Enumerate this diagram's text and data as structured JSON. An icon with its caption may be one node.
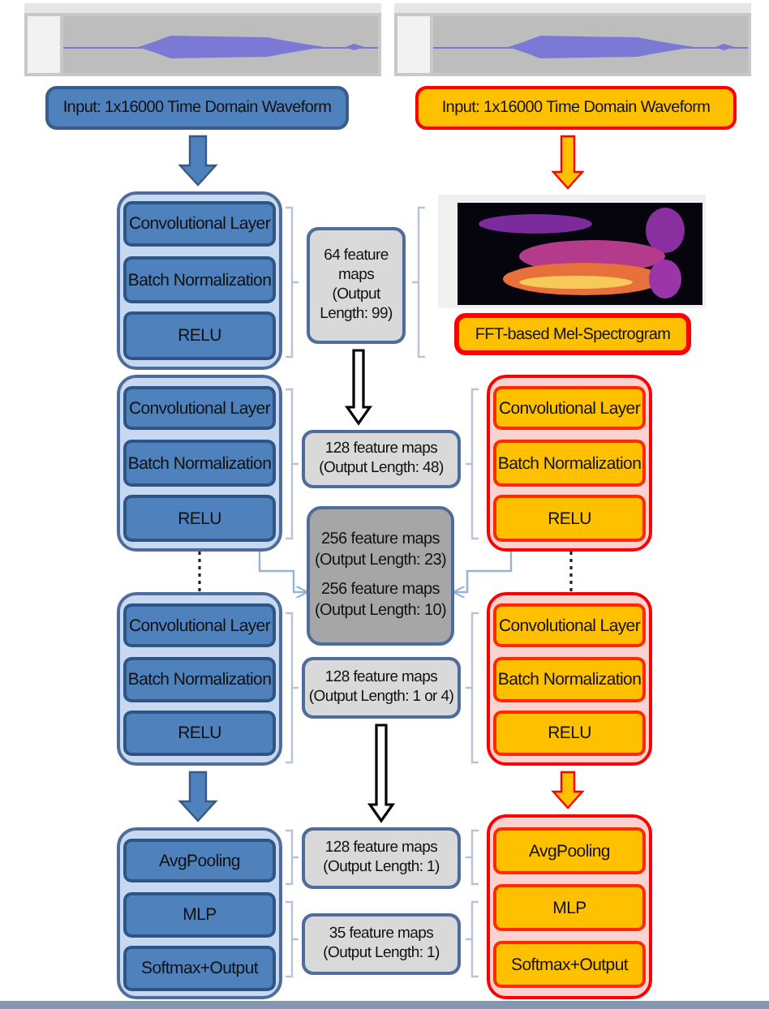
{
  "diagram": {
    "nodes": [
      {
        "text": [],
        "shape": "picture"
      },
      {
        "text": [],
        "shape": "picture"
      },
      {
        "text": [
          "Input: 1x16000 Time Domain Waveform"
        ]
      },
      {
        "text": [
          "Input: 1x16000 Time Domain Waveform"
        ]
      },
      {
        "text": [],
        "shape": "box"
      },
      {
        "text": [
          "Convolutional Layer"
        ],
        "in": 4
      },
      {
        "text": [
          "Batch Normalization"
        ],
        "in": 4
      },
      {
        "text": [
          "RELU"
        ],
        "in": 4
      },
      {
        "text": [
          "64 feature maps (Output Length: 99)"
        ]
      },
      {
        "text": [],
        "shape": "picture"
      },
      {
        "text": [
          "FFT-based Mel-Spectrogram"
        ]
      },
      {
        "text": [],
        "shape": "box"
      },
      {
        "text": [
          "Convolutional Layer"
        ],
        "in": 11
      },
      {
        "text": [
          "Batch Normalization"
        ],
        "in": 11
      },
      {
        "text": [
          "RELU"
        ],
        "in": 11
      },
      {
        "text": [
          "128 feature maps (Output Length: 48)"
        ]
      },
      {
        "text": [],
        "shape": "box"
      },
      {
        "text": [
          "Convolutional Layer"
        ],
        "in": 16
      },
      {
        "text": [
          "Batch Normalization"
        ],
        "in": 16
      },
      {
        "text": [
          "RELU"
        ],
        "in": 16
      },
      {
        "text": [
          "256 feature maps (Output Length: 23)",
          "256 feature maps (Output Length: 10)"
        ]
      },
      {
        "text": [],
        "shape": "box"
      },
      {
        "text": [
          "Convolutional Layer"
        ],
        "in": 21
      },
      {
        "text": [
          "Batch Normalization"
        ],
        "in": 21
      },
      {
        "text": [
          "RELU"
        ],
        "in": 21
      },
      {
        "text": [
          "128 feature maps (Output Length: 1 or 4)"
        ]
      },
      {
        "text": [],
        "shape": "box"
      },
      {
        "text": [
          "Convolutional Layer"
        ],
        "in": 26
      },
      {
        "text": [
          "Batch Normalization"
        ],
        "in": 26
      },
      {
        "text": [
          "RELU"
        ],
        "in": 26
      },
      {
        "text": [],
        "shape": "box"
      },
      {
        "text": [
          "AvgPooling"
        ],
        "in": 30
      },
      {
        "text": [
          "MLP"
        ],
        "in": 30
      },
      {
        "text": [
          "Softmax+Output"
        ],
        "in": 30
      },
      {
        "text": [
          "128 feature maps (Output Length: 1)"
        ]
      },
      {
        "text": [
          "35 feature maps (Output Length: 1)"
        ]
      },
      {
        "text": [],
        "shape": "box"
      },
      {
        "text": [
          "AvgPooling"
        ],
        "in": 36
      },
      {
        "text": [
          "MLP"
        ],
        "in": 36
      },
      {
        "text": [
          "Softmax+Output"
        ],
        "in": 36
      }
    ],
    "edges": [
      {
        "from": 2,
        "to": 4,
        "arrow": "to",
        "style": "thick",
        "color": "#4f81bd"
      },
      {
        "from": 3,
        "to": 9,
        "arrow": "to",
        "style": "thick",
        "color": "#ffc000"
      },
      {
        "from": 8,
        "to": 15,
        "arrow": "to",
        "style": "thick",
        "color": "#ffffff"
      },
      {
        "from": 11,
        "to": 21,
        "arrow": "none",
        "style": "dashed"
      },
      {
        "from": 16,
        "to": 26,
        "arrow": "none",
        "style": "dashed"
      },
      {
        "from": 11,
        "to": 20,
        "arrow": "to",
        "color": "#95b3d7"
      },
      {
        "from": 16,
        "to": 20,
        "arrow": "to",
        "color": "#95b3d7"
      },
      {
        "from": 25,
        "to": 34,
        "arrow": "to",
        "style": "thick",
        "color": "#ffffff"
      },
      {
        "from": 21,
        "to": 30,
        "arrow": "to",
        "style": "thick",
        "color": "#4f81bd"
      },
      {
        "from": 26,
        "to": 36,
        "arrow": "to",
        "style": "thick",
        "color": "#ffc000"
      }
    ]
  }
}
